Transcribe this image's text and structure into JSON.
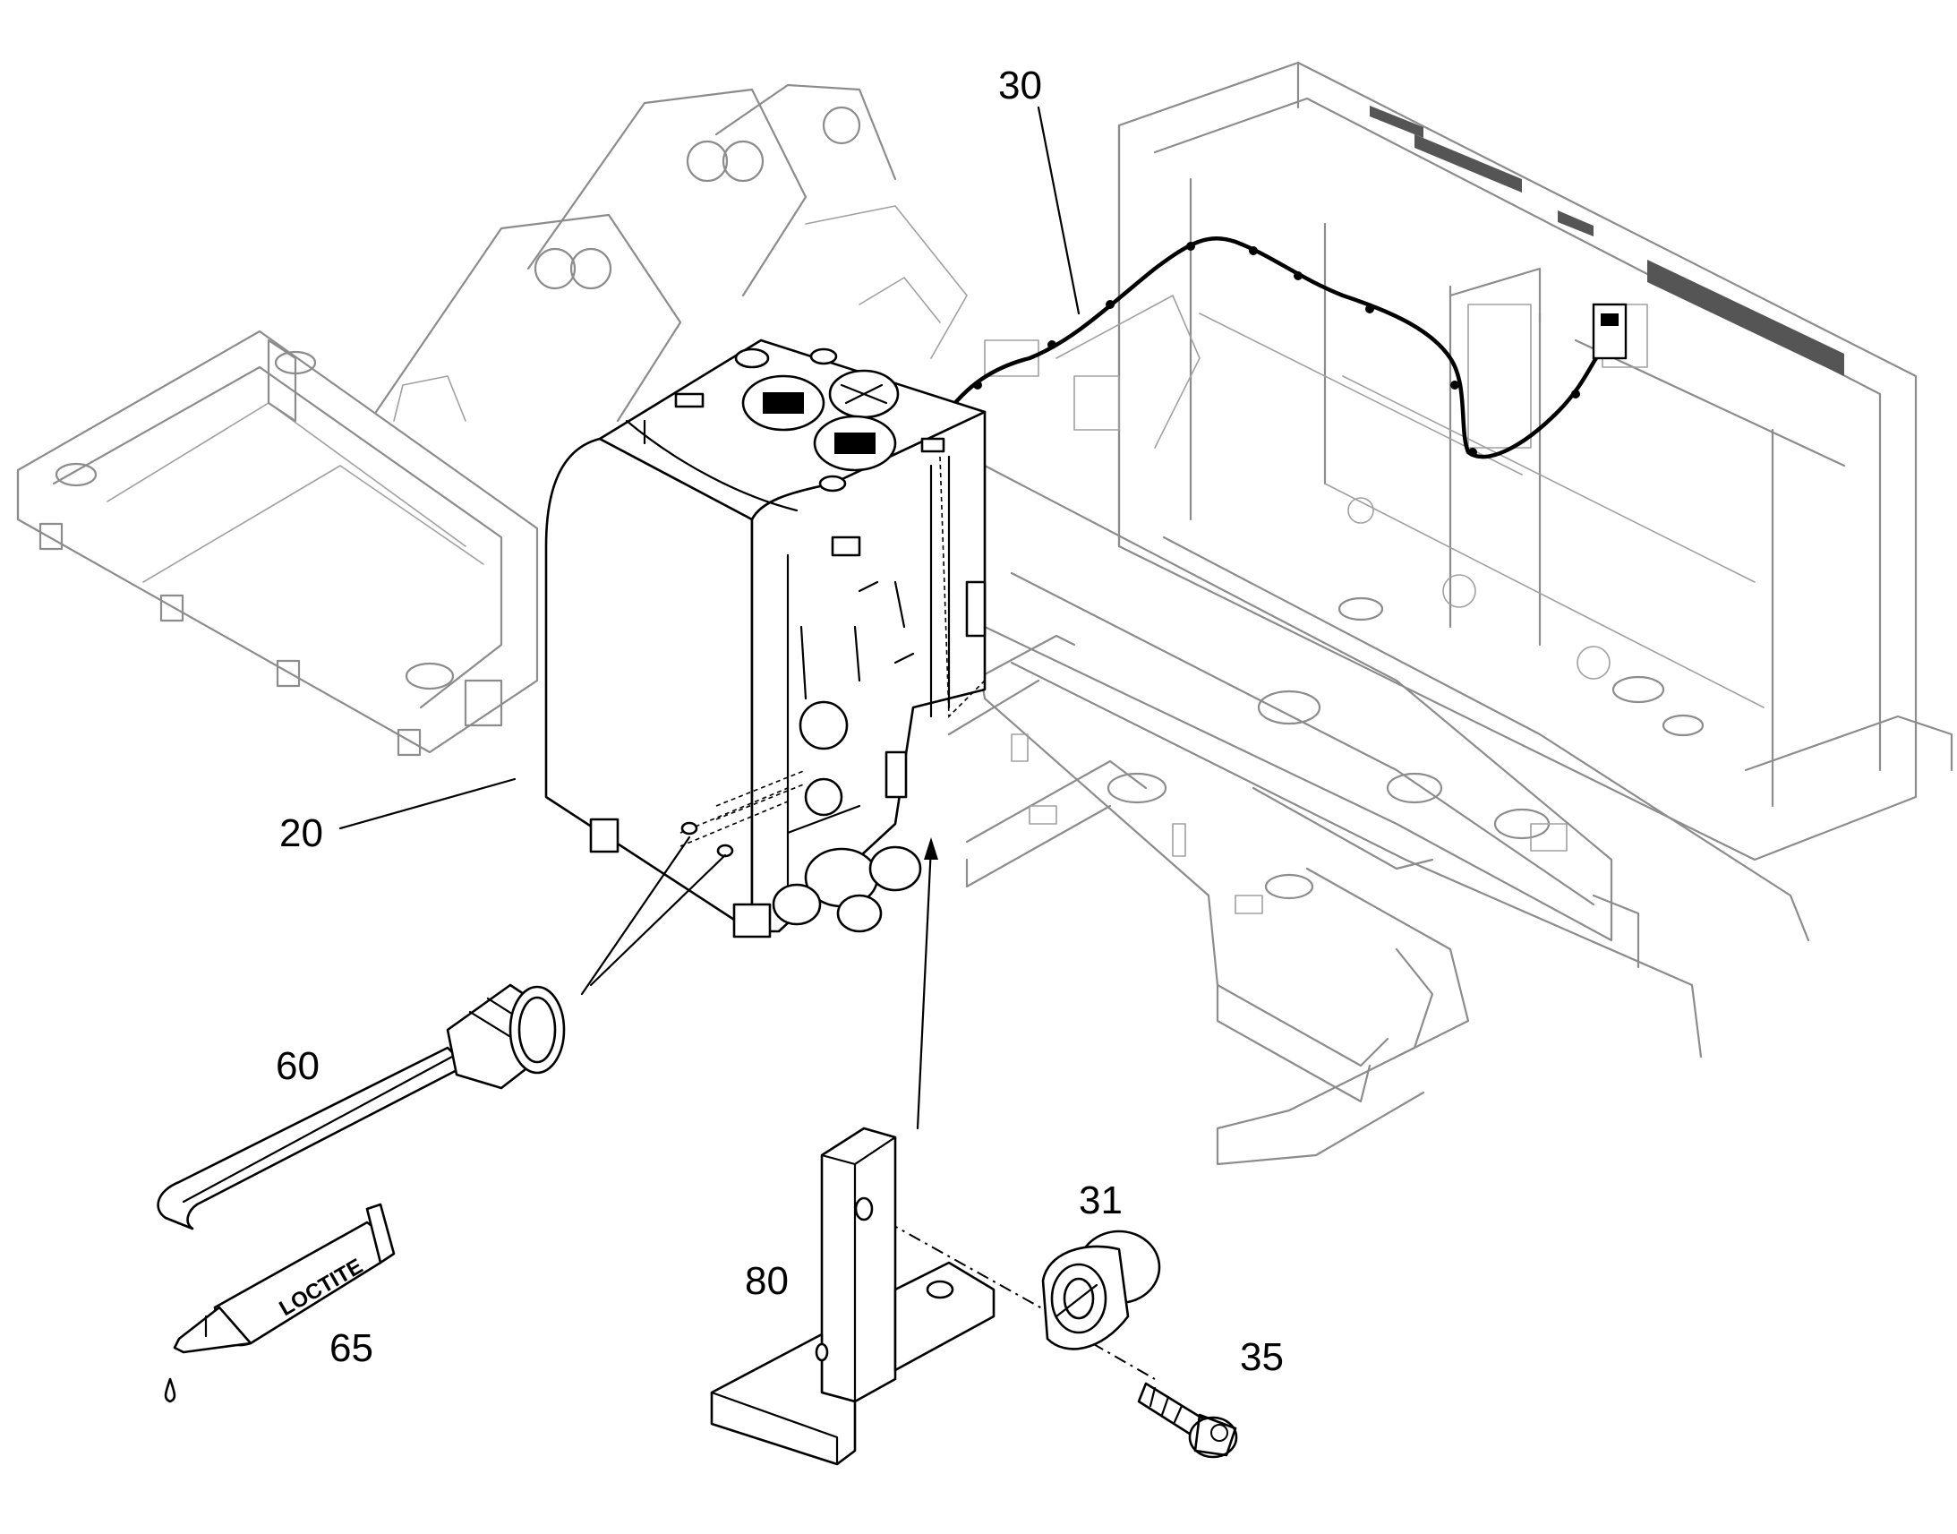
{
  "figure": {
    "callouts": {
      "c20": "20",
      "c30": "30",
      "c31": "31",
      "c35": "35",
      "c60": "60",
      "c65": "65",
      "c80": "80"
    },
    "tube_label": "LOCTITE"
  }
}
